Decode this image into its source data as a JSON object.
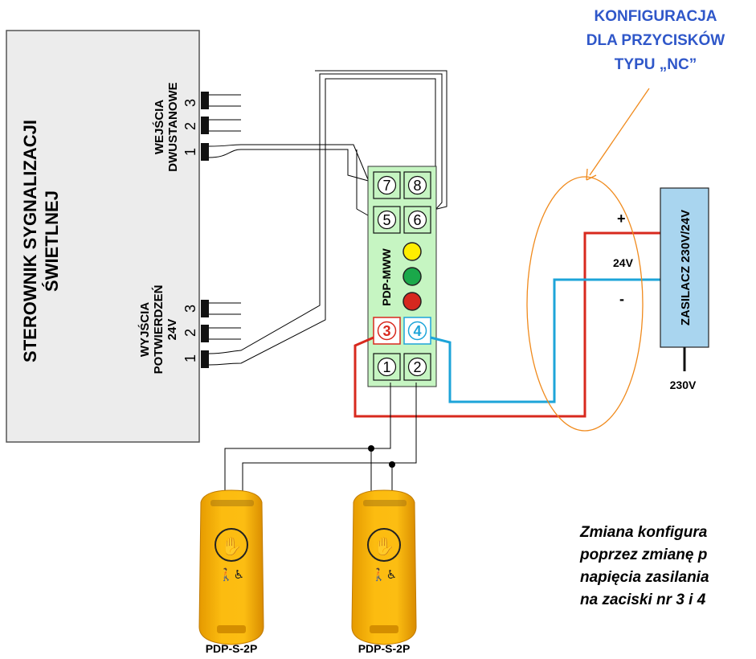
{
  "annotation": {
    "title_lines": [
      "KONFIGURACJA",
      "DLA PRZYCISKÓW",
      "TYPU „NC”"
    ],
    "color": "#2f57c9",
    "outline_color": "#f08a1c"
  },
  "controller": {
    "name_line1": "STEROWNIK SYGNALIZACJI",
    "name_line2": "ŚWIETLNEJ",
    "inputs_label_line1": "WEJŚCIA",
    "inputs_label_line2": "DWUSTANOWE",
    "outputs_label_line1": "WYJŚCIA",
    "outputs_label_line2": "POTWIERDZEŃ",
    "outputs_label_line3": "24V",
    "pin_1": "1",
    "pin_2": "2",
    "pin_3": "3"
  },
  "module": {
    "name": "PDP-MWW",
    "color": "#c6f5c2",
    "terminals": [
      "7",
      "8",
      "5",
      "6",
      "3",
      "4",
      "1",
      "2"
    ],
    "leds": [
      "#ffee00",
      "#1aa84a",
      "#d6281f"
    ]
  },
  "power_supply": {
    "name": "ZASILACZ 230V/24V",
    "color": "#a9d5ef",
    "plus": "+",
    "voltage": "24V",
    "minus": "-",
    "mains": "230V"
  },
  "wires": {
    "positive_color": "#d8291e",
    "negative_color": "#1da4d9"
  },
  "buttons": [
    {
      "model": "PDP-S-2P"
    },
    {
      "model": "PDP-S-2P"
    }
  ],
  "note_lines": [
    "Zmiana konfigura",
    "poprzez zmianę p",
    "napięcia zasilania",
    "na zaciski nr 3 i 4"
  ]
}
